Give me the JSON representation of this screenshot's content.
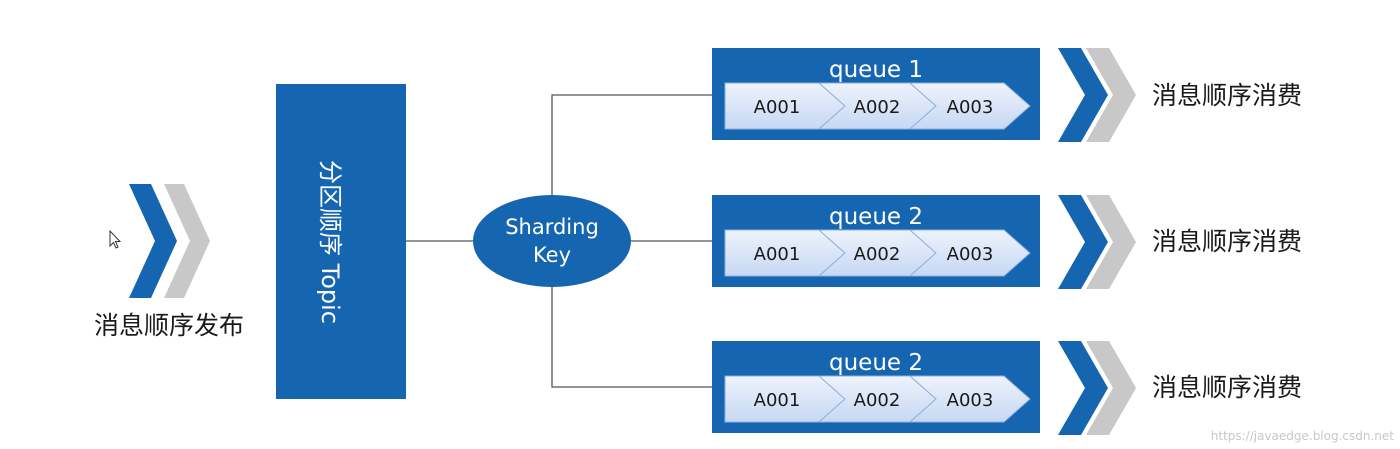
{
  "publisher": {
    "label": "消息顺序发布"
  },
  "topic": {
    "label": "分区顺序 Topic"
  },
  "sharding": {
    "line1": "Sharding",
    "line2": "Key"
  },
  "queues": [
    {
      "title": "queue 1",
      "items": [
        "A001",
        "A002",
        "A003"
      ],
      "consumer_label": "消息顺序消费"
    },
    {
      "title": "queue 2",
      "items": [
        "A001",
        "A002",
        "A003"
      ],
      "consumer_label": "消息顺序消费"
    },
    {
      "title": "queue 2",
      "items": [
        "A001",
        "A002",
        "A003"
      ],
      "consumer_label": "消息顺序消费"
    }
  ],
  "watermark": "https://javaedge.blog.csdn.net",
  "colors": {
    "primary": "#1565b0",
    "chevron_gray": "#c8c8c8",
    "item_light": "#dbe7f8",
    "line": "#555555"
  },
  "icons": {
    "cursor": "mouse-cursor-icon",
    "chevron": "double-chevron-right-icon"
  }
}
